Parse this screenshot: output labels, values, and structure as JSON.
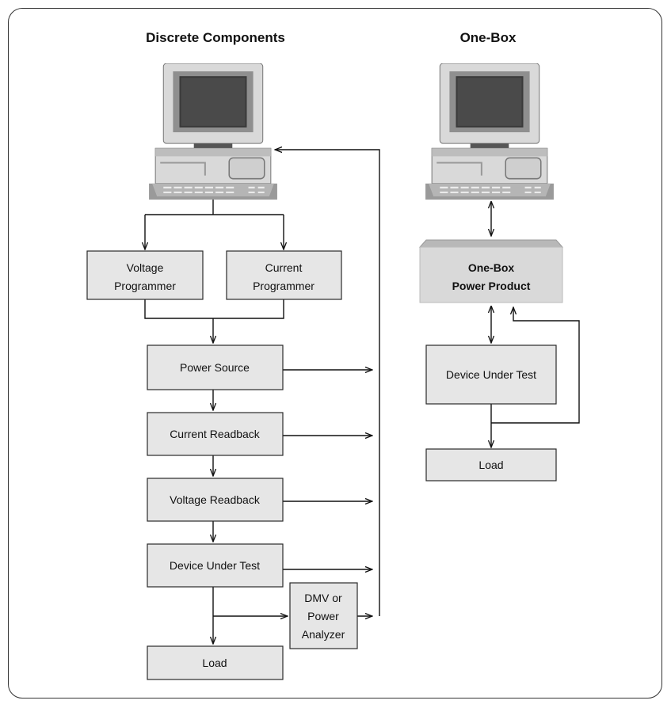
{
  "left_column": {
    "title": "Discrete Components",
    "voltage_programmer": [
      "Voltage",
      "Programmer"
    ],
    "current_programmer": [
      "Current",
      "Programmer"
    ],
    "power_source": "Power Source",
    "current_readback": "Current Readback",
    "voltage_readback": "Voltage Readback",
    "device_under_test": "Device Under Test",
    "dmv": [
      "DMV or",
      "Power",
      "Analyzer"
    ],
    "load": "Load"
  },
  "right_column": {
    "title": "One-Box",
    "product": [
      "One-Box",
      "Power Product"
    ],
    "device_under_test": "Device Under Test",
    "load": "Load"
  },
  "icons": {
    "left_computer": "desktop-computer-icon",
    "right_computer": "desktop-computer-icon"
  }
}
